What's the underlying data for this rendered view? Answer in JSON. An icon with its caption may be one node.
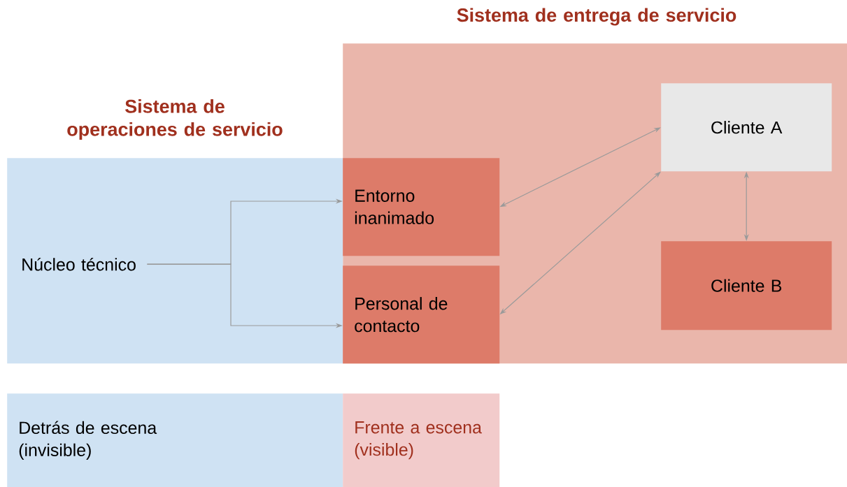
{
  "diagram": {
    "nodes": [
      {
        "text": [
          "Sistema de entrega de servicio"
        ]
      },
      {
        "text": [
          "Sistema de operaciones de servicio"
        ]
      },
      {
        "text": [
          "Núcleo técnico"
        ],
        "in": 1
      },
      {
        "text": [
          "Entorno inanimado"
        ],
        "in": 0
      },
      {
        "text": [
          "Personal de contacto"
        ],
        "in": 0
      },
      {
        "text": [
          "Cliente A"
        ],
        "in": 0
      },
      {
        "text": [
          "Cliente B"
        ],
        "in": 0
      },
      {
        "text": [
          "Detrás de escena (invisible)"
        ]
      },
      {
        "text": [
          "Frente a escena (visible)"
        ]
      }
    ],
    "edges": [
      {
        "from": 2,
        "to": 3,
        "arrow": "to"
      },
      {
        "from": 2,
        "to": 4,
        "arrow": "to"
      },
      {
        "from": 3,
        "to": 5,
        "arrow": "both"
      },
      {
        "from": 4,
        "to": 5,
        "arrow": "both"
      },
      {
        "from": 5,
        "to": 6,
        "arrow": "both"
      }
    ]
  }
}
